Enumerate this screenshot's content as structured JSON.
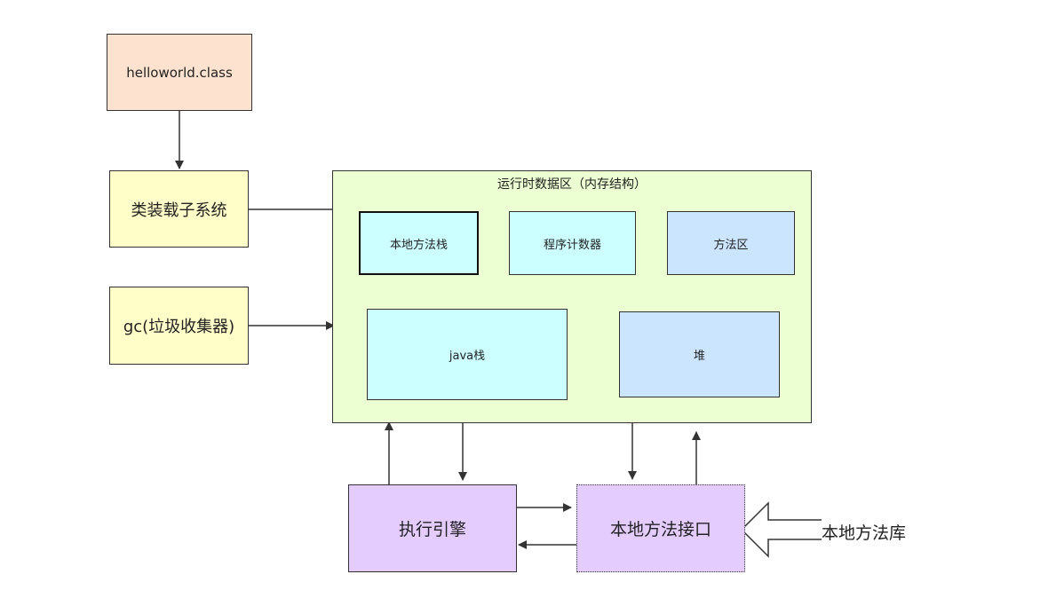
{
  "nodes": {
    "class_file": "helloworld.class",
    "class_loader": "类装载子系统",
    "gc": "gc(垃圾收集器)",
    "runtime_area": "运行时数据区（内存结构）",
    "native_method_stack": "本地方法栈",
    "program_counter": "程序计数器",
    "method_area": "方法区",
    "java_stack": "java栈",
    "heap": "堆",
    "execution_engine": "执行引擎",
    "native_interface": "本地方法接口",
    "native_library": "本地方法库"
  },
  "colors": {
    "class_file": "#fde3cf",
    "subsystem": "#fffdc8",
    "runtime_area": "#ecffd2",
    "stack_cyan": "#ccffff",
    "area_blue": "#cce5ff",
    "engine_purple": "#e5ccff",
    "line": "#333333"
  }
}
